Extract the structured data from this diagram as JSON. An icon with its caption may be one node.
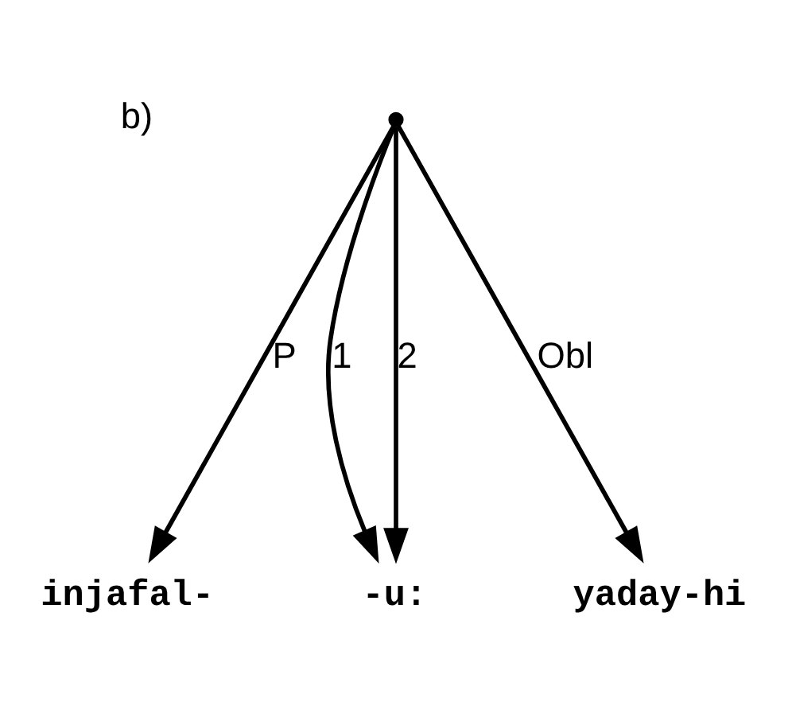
{
  "diagram": {
    "nodes": [
      {
        "text": [],
        "shape": "point"
      },
      {
        "text": [
          "injafal-"
        ]
      },
      {
        "text": [
          "-u:"
        ]
      },
      {
        "text": [
          "yaday-hi"
        ]
      }
    ],
    "edges": [
      {
        "from": 0,
        "to": 1,
        "arrow": "to",
        "label": "P"
      },
      {
        "from": 0,
        "to": 2,
        "arrow": "to",
        "label": "1"
      },
      {
        "from": 0,
        "to": 2,
        "arrow": "to",
        "label": "2"
      },
      {
        "from": 0,
        "to": 3,
        "arrow": "to",
        "label": "Obl"
      }
    ],
    "labels": [
      "b)"
    ]
  }
}
